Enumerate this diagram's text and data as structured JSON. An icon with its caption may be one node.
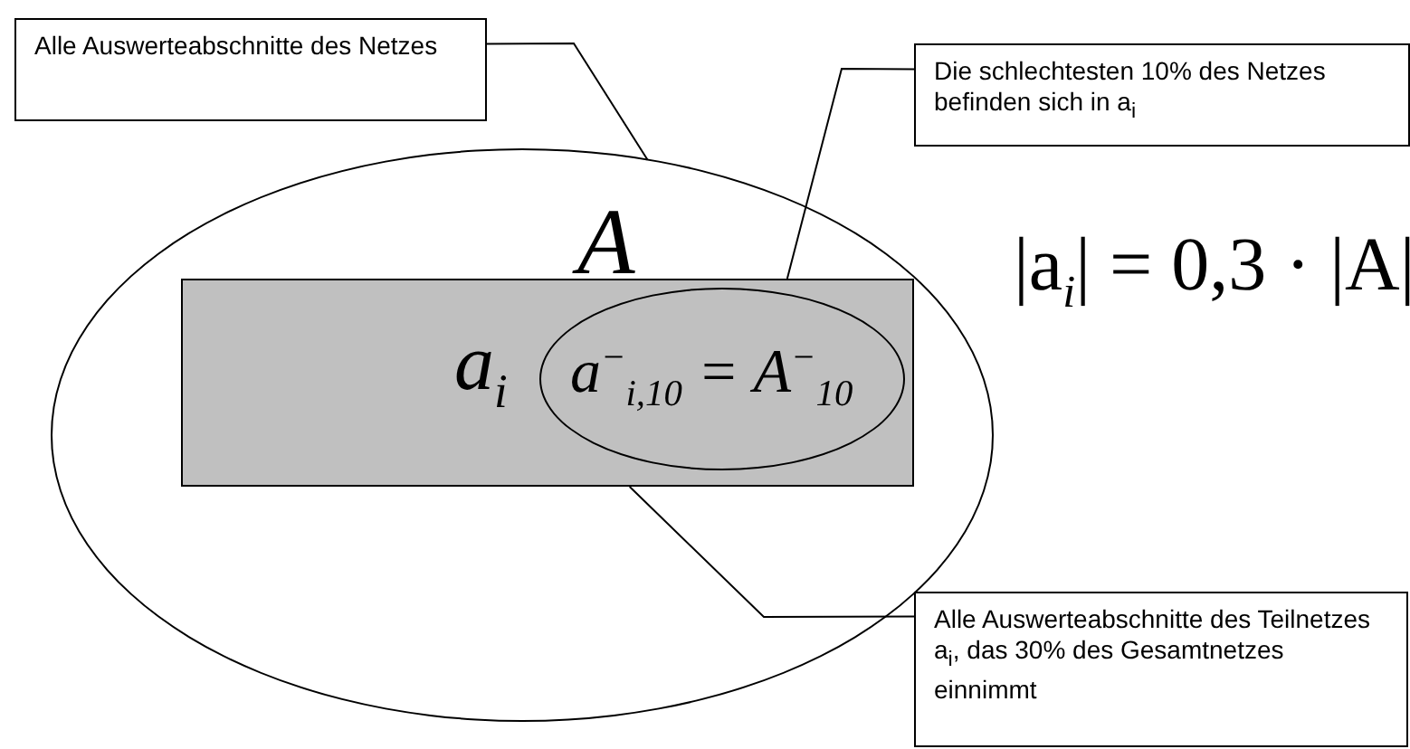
{
  "diagram": {
    "nodes": [
      {
        "text": [
          "A"
        ]
      },
      {
        "text": [
          "a$_{i}$"
        ],
        "in": 0
      },
      {
        "text": [
          "a$^{−}$$_{i,10}$ = A$^{−}$$_{10}$"
        ],
        "in": 1
      },
      {
        "text": [
          "Alle Auswerteabschnitte des Netzes"
        ]
      },
      {
        "text": [
          "Die schlechtesten 10% des Netzes befinden sich in a$_{i}$"
        ]
      },
      {
        "text": [
          "Alle Auswerteabschnitte des Teilnetzes a$_{i}$, das 30% des Gesamtnetzes einnimmt"
        ]
      }
    ],
    "edges": [
      {
        "from": 3,
        "to": 0,
        "arrow": "none"
      },
      {
        "from": 4,
        "to": 1,
        "arrow": "none"
      },
      {
        "from": 5,
        "to": 1,
        "arrow": "none"
      }
    ],
    "labels": [
      "|a$_{i}$| = 0,3 · |A|"
    ]
  }
}
